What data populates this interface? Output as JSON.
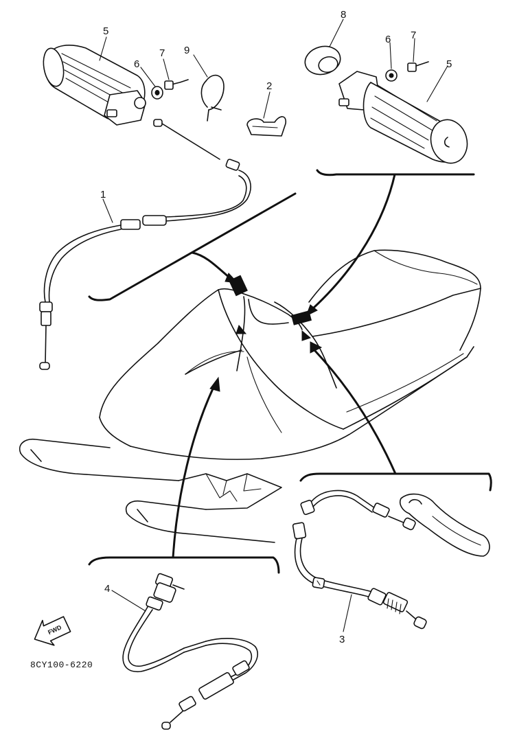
{
  "callouts": {
    "c1": "1",
    "c2": "2",
    "c3": "3",
    "c4": "4",
    "c5_left": "5",
    "c5_right": "5",
    "c6_left": "6",
    "c6_right": "6",
    "c7_left": "7",
    "c7_right": "7",
    "c8": "8",
    "c9": "9"
  },
  "forward_badge": "FWD",
  "diagram_code": "8CY100-6220"
}
